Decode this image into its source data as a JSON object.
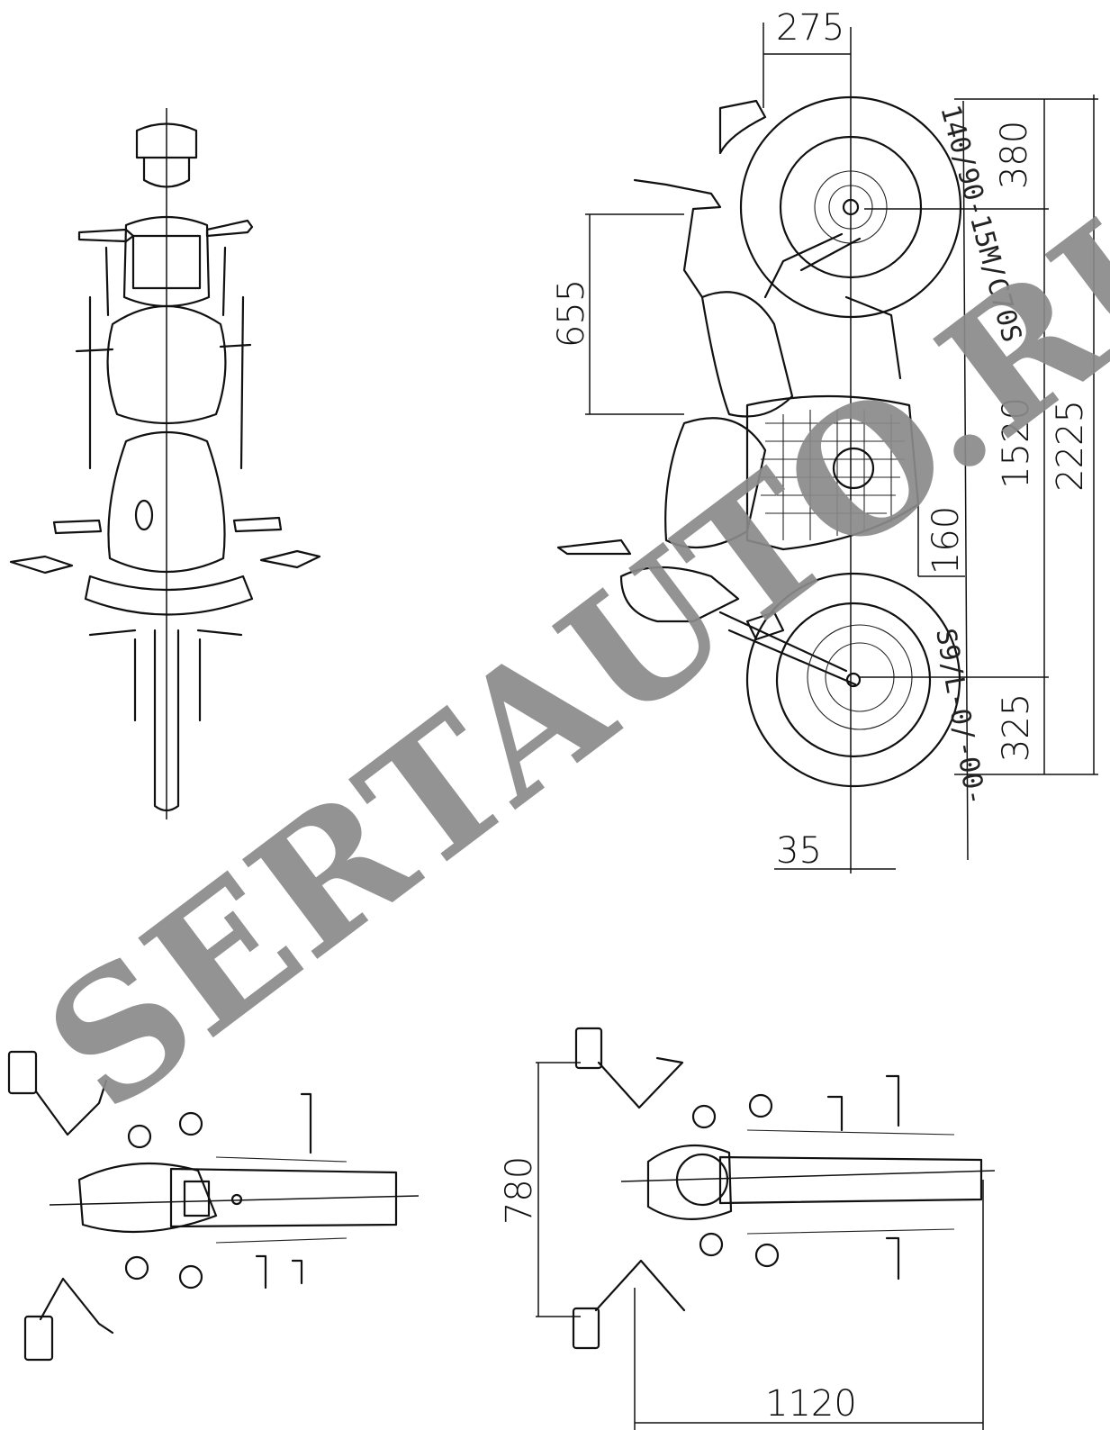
{
  "dimensions": {
    "handlebar_offset": "275",
    "front_overhang": "380",
    "seat_height": "655",
    "wheelbase": "1520",
    "overall_length": "2225",
    "ground_clearance": "160",
    "rear_overhang": "325",
    "trail_offset": "35",
    "overall_height": "780",
    "overall_width": "1120"
  },
  "tires": {
    "front": "140/90-15M/C70S",
    "rear": "S9/L-0/-00-"
  },
  "watermark": "SERTAUTO.RU"
}
